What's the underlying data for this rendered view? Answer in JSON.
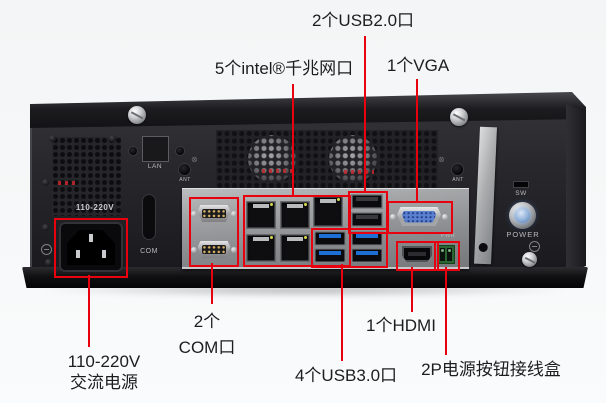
{
  "callouts": {
    "usb2": {
      "label": "2个USB2.0口"
    },
    "lan": {
      "label": "5个intel®千兆网口"
    },
    "vga": {
      "label": "1个VGA"
    },
    "com": {
      "label_line1": "2个",
      "label_line2": "COM口"
    },
    "ac_power": {
      "label_line1": "110-220V",
      "label_line2": "交流电源"
    },
    "usb3": {
      "label": "4个USB3.0口"
    },
    "hdmi": {
      "label": "1个HDMI"
    },
    "power_box": {
      "label": "2P电源按钮接线盒"
    }
  },
  "chassis_prints": {
    "lan": "LAN",
    "ant_left": "ANT",
    "ant_right": "ANT",
    "voltage": "110-220V",
    "com": "COM",
    "sw": "SW",
    "power": "POWER",
    "pwr": "PWR",
    "x_mark": "⊗"
  }
}
